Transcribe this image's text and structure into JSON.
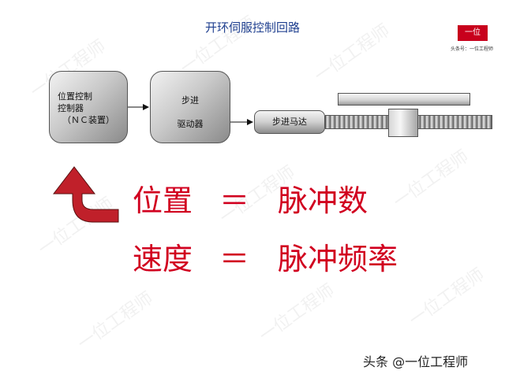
{
  "title": "开环伺服控制回路",
  "logo": {
    "mark": "一位",
    "caption": "头条号：一位工程师"
  },
  "diagram": {
    "box1_lines": [
      "位置控制",
      "控制器",
      "（ＮＣ装置）"
    ],
    "box2_lines": [
      "步进",
      "驱动器"
    ],
    "motor_label": "步进马达"
  },
  "equations": [
    {
      "left": "位置",
      "op": "＝",
      "right": "脉冲数"
    },
    {
      "left": "速度",
      "op": "＝",
      "right": "脉冲频率"
    }
  ],
  "colors": {
    "equation": "#d1001f",
    "title": "#1f3f8f",
    "arrow": "#c0202a"
  },
  "watermark": "一位工程师",
  "footer": "头条 @一位工程师"
}
